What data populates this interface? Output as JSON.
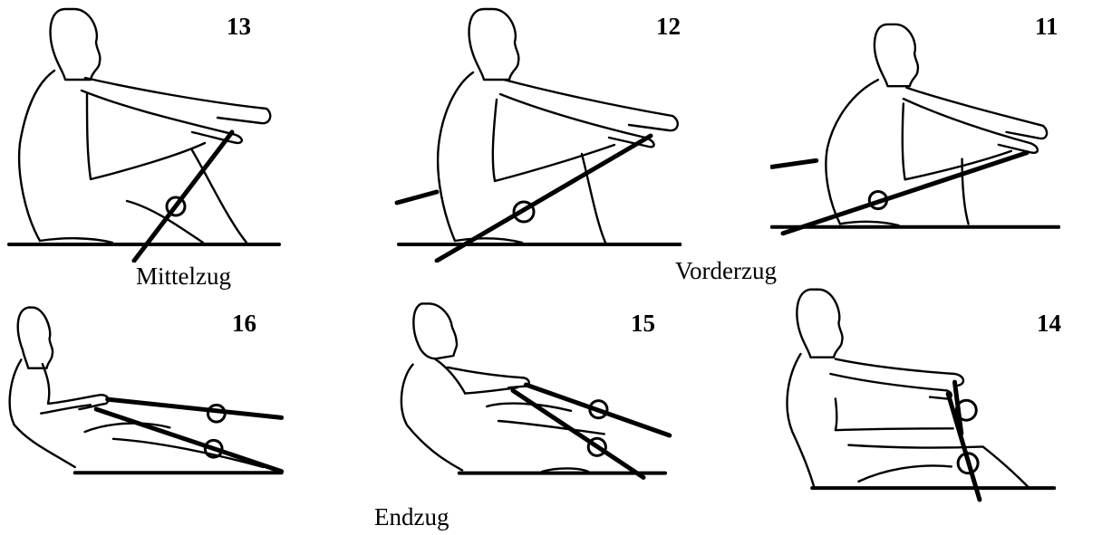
{
  "figures": [
    {
      "id": "13",
      "number": "13"
    },
    {
      "id": "12",
      "number": "12"
    },
    {
      "id": "11",
      "number": "11"
    },
    {
      "id": "16",
      "number": "16"
    },
    {
      "id": "15",
      "number": "15"
    },
    {
      "id": "14",
      "number": "14"
    }
  ],
  "captions": {
    "mittelzug": "Mittelzug",
    "vorderzug": "Vorderzug",
    "endzug": "Endzug"
  },
  "colors": {
    "line": "#000000",
    "background": "#ffffff"
  }
}
